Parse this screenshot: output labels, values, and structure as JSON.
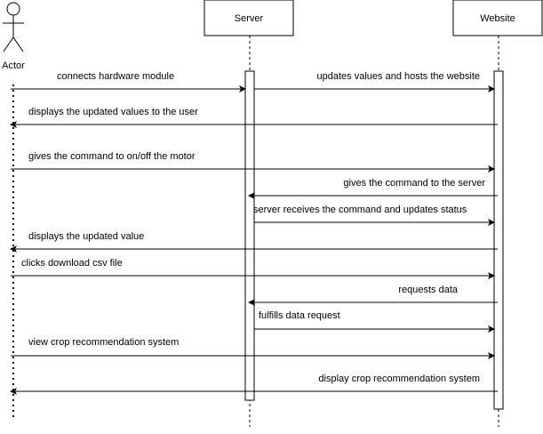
{
  "participants": {
    "actor": {
      "label": "Actor"
    },
    "server": {
      "label": "Server"
    },
    "website": {
      "label": "Website"
    }
  },
  "messages": [
    {
      "label": "connects hardware module",
      "from": "actor",
      "to": "server"
    },
    {
      "label": "updates values and hosts the website",
      "from": "server",
      "to": "website"
    },
    {
      "label": "displays the updated values to the user",
      "from": "website",
      "to": "actor"
    },
    {
      "label": "gives the command to on/off the motor",
      "from": "actor",
      "to": "website"
    },
    {
      "label": "gives the command to the server",
      "from": "website",
      "to": "server"
    },
    {
      "label": "server receives the command and updates status",
      "from": "server",
      "to": "website"
    },
    {
      "label": "displays the updated value",
      "from": "website",
      "to": "actor"
    },
    {
      "label": "clicks download csv file",
      "from": "actor",
      "to": "website"
    },
    {
      "label": "requests data",
      "from": "website",
      "to": "server"
    },
    {
      "label": "fulfills data request",
      "from": "server",
      "to": "website"
    },
    {
      "label": "view crop recommendation system",
      "from": "actor",
      "to": "website"
    },
    {
      "label": "display crop recommendation system",
      "from": "website",
      "to": "actor"
    }
  ]
}
